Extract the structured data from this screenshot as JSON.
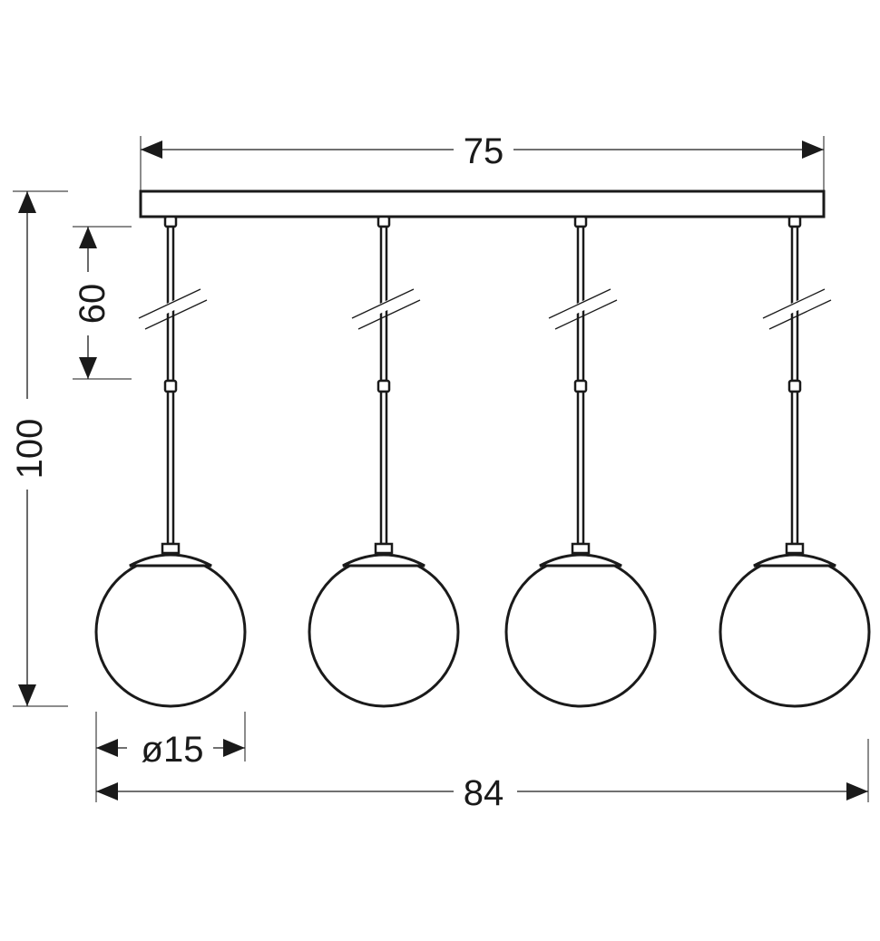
{
  "title": "Four-light pendant lamp dimension drawing",
  "units_note": "",
  "dimensions": {
    "canopy_width": "75",
    "total_height": "100",
    "cable_length": "60",
    "globe_diameter": "ø15",
    "total_width": "84"
  },
  "pendant_count": 4,
  "colors": {
    "line": "#1a1a1a",
    "background": "#ffffff"
  }
}
